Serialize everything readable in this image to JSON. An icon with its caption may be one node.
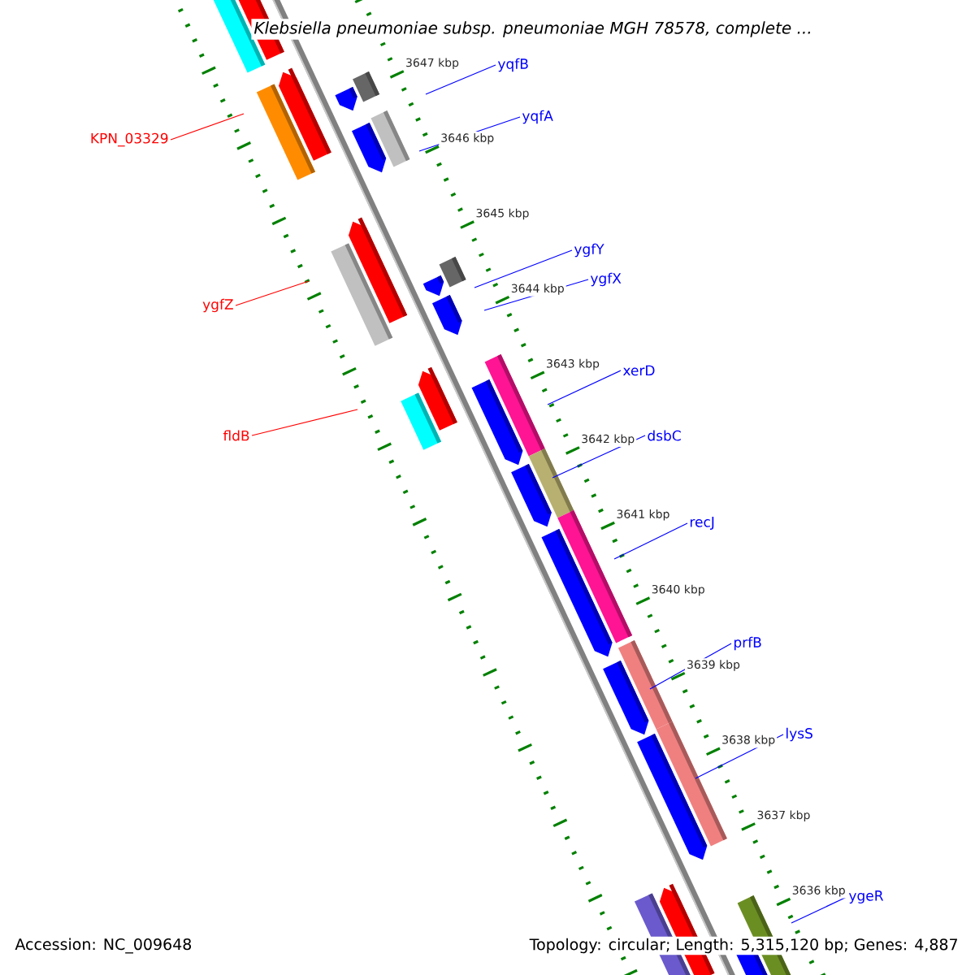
{
  "diagram": {
    "title": "Klebsiella pneumoniae subsp. pneumoniae MGH 78578, complete ...",
    "nodes": [
      {
        "text": [
          "yqfB"
        ]
      },
      {
        "text": [
          "yqfA"
        ]
      },
      {
        "text": [
          "KPN_03329"
        ]
      },
      {
        "text": [
          "ygfY"
        ]
      },
      {
        "text": [
          "ygfX"
        ]
      },
      {
        "text": [
          "ygfZ"
        ]
      },
      {
        "text": [
          "xerD"
        ]
      },
      {
        "text": [
          "dsbC"
        ]
      },
      {
        "text": [
          "fldB"
        ]
      },
      {
        "text": [
          "recJ"
        ]
      },
      {
        "text": [
          "prfB"
        ]
      },
      {
        "text": [
          "lysS"
        ]
      },
      {
        "text": [
          "ygeR"
        ]
      }
    ],
    "edges": [
      {
        "from": 0,
        "to": null,
        "arrow": "none"
      },
      {
        "from": 1,
        "to": null,
        "arrow": "none"
      },
      {
        "from": 2,
        "to": null,
        "arrow": "none",
        "color": "#ff0000"
      },
      {
        "from": 3,
        "to": null,
        "arrow": "none"
      },
      {
        "from": 4,
        "to": null,
        "arrow": "none"
      },
      {
        "from": 5,
        "to": null,
        "arrow": "none",
        "color": "#ff0000"
      },
      {
        "from": 6,
        "to": null,
        "arrow": "none"
      },
      {
        "from": 7,
        "to": null,
        "arrow": "none"
      },
      {
        "from": 8,
        "to": null,
        "arrow": "none",
        "color": "#ff0000"
      },
      {
        "from": 9,
        "to": null,
        "arrow": "none"
      },
      {
        "from": 10,
        "to": null,
        "arrow": "none"
      },
      {
        "from": 11,
        "to": null,
        "arrow": "none"
      },
      {
        "from": 12,
        "to": null,
        "arrow": "none"
      }
    ],
    "labels": [
      "3647 kbp",
      "3646 kbp",
      "3645 kbp",
      "3644 kbp",
      "3643 kbp",
      "3642 kbp",
      "3641 kbp",
      "3640 kbp",
      "3639 kbp",
      "3638 kbp",
      "3637 kbp",
      "3636 kbp",
      "Accession: NC_009648",
      "Topology: circular; Length: 5,315,120 bp; Genes: 4,887"
    ]
  }
}
